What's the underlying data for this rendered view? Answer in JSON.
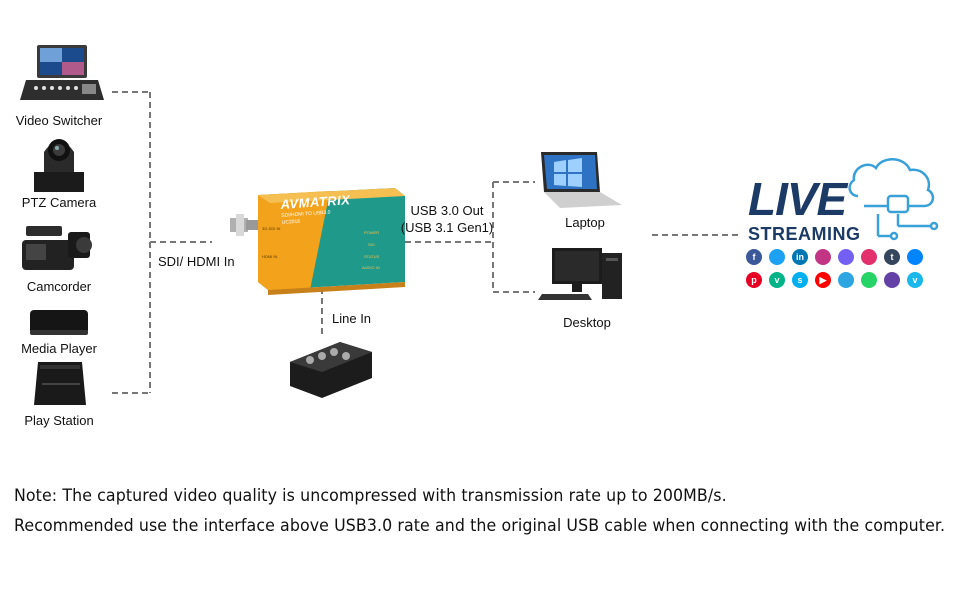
{
  "sources": [
    {
      "id": "video-switcher",
      "label": "Video Switcher"
    },
    {
      "id": "ptz-camera",
      "label": "PTZ Camera"
    },
    {
      "id": "camcorder",
      "label": "Camcorder"
    },
    {
      "id": "media-player",
      "label": "Media Player"
    },
    {
      "id": "play-station",
      "label": "Play Station"
    }
  ],
  "connections": {
    "input_label": "SDI/ HDMI In",
    "usb_out_label": "USB 3.0 Out",
    "usb_out_sub": "(USB 3.1 Gen1)",
    "line_in_label": "Line In"
  },
  "device": {
    "brand": "AVMATRIX",
    "model": "UC2018",
    "subtitle": "SDI/HDMI TO USB3.0",
    "ports": [
      "3G-SDI IN",
      "HDMI IN"
    ],
    "indicators": [
      "POWER",
      "SDI",
      "STATUS",
      "AUDIO IN"
    ]
  },
  "outputs": [
    {
      "id": "laptop",
      "label": "Laptop"
    },
    {
      "id": "desktop",
      "label": "Desktop"
    }
  ],
  "streaming": {
    "word1": "LIVE",
    "word2": "STREAMING",
    "social_icons": [
      "facebook",
      "twitter",
      "linkedin",
      "instagram",
      "viber",
      "foursquare",
      "tumblr",
      "messenger",
      "pinterest",
      "vine",
      "skype",
      "youtube",
      "telegram",
      "whatsapp",
      "twitch",
      "vimeo"
    ]
  },
  "notes": {
    "line1": "Note: The captured video quality is uncompressed with transmission rate up to 200MB/s.",
    "line2": "Recommended use the interface above USB3.0 rate and the original USB cable when connecting with the computer."
  },
  "colors": {
    "device_orange": "#f2a21b",
    "device_green": "#1f9a8a",
    "live_navy": "#1b3a66",
    "cloud_blue": "#3aa0d8"
  }
}
